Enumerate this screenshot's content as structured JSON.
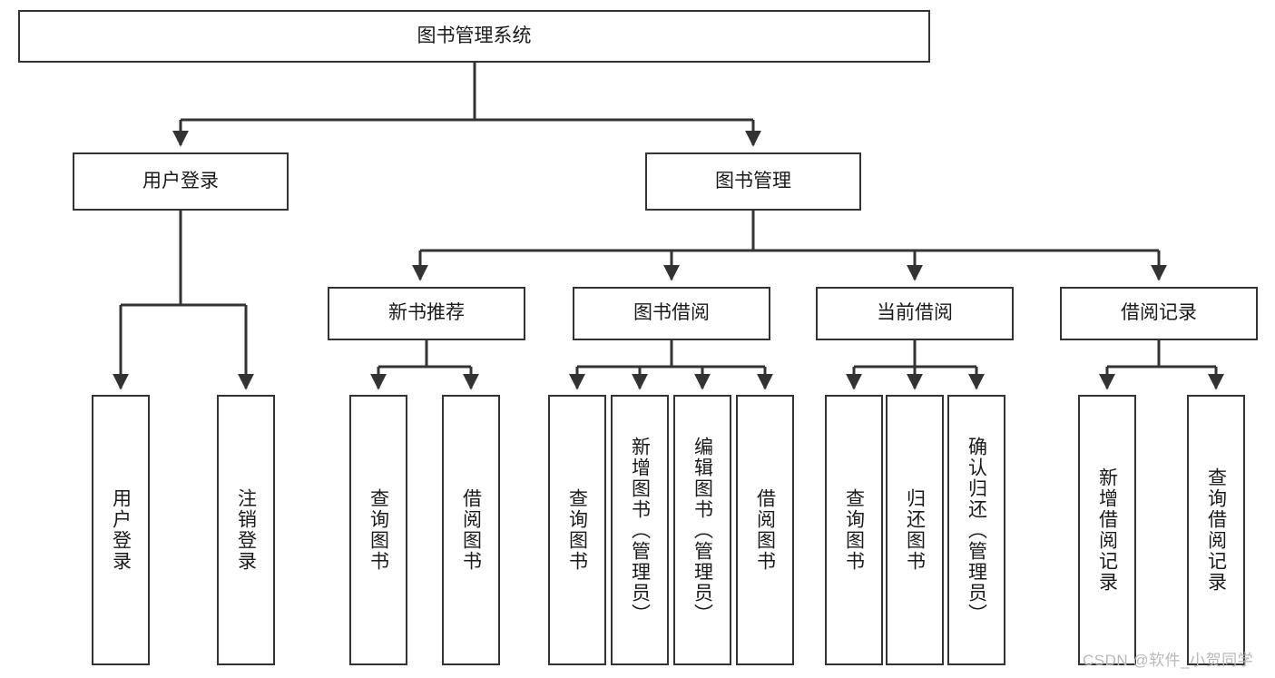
{
  "diagram": {
    "title": "图书管理系统",
    "type": "tree-hierarchy",
    "root": {
      "label": "图书管理系统"
    },
    "level2": [
      {
        "label": "用户登录"
      },
      {
        "label": "图书管理"
      }
    ],
    "level3": [
      {
        "label": "新书推荐"
      },
      {
        "label": "图书借阅"
      },
      {
        "label": "当前借阅"
      },
      {
        "label": "借阅记录"
      }
    ],
    "leaves": {
      "user_login": [
        {
          "label": "用户登录"
        },
        {
          "label": "注销登录"
        }
      ],
      "new_book_recommend": [
        {
          "label": "查询图书"
        },
        {
          "label": "借阅图书"
        }
      ],
      "book_borrow": [
        {
          "label": "查询图书"
        },
        {
          "label": "新增图书（管理员）"
        },
        {
          "label": "编辑图书（管理员）"
        },
        {
          "label": "借阅图书"
        }
      ],
      "current_borrow": [
        {
          "label": "查询图书"
        },
        {
          "label": "归还图书"
        },
        {
          "label": "确认归还（管理员）"
        }
      ],
      "borrow_record": [
        {
          "label": "新增借阅记录"
        },
        {
          "label": "查询借阅记录"
        }
      ]
    }
  },
  "watermark": {
    "text": "CSDN @软件_小贺同学"
  },
  "colors": {
    "stroke": "#333333",
    "fill": "#ffffff",
    "text": "#1a1a1a",
    "watermark": "#b8b8b8"
  }
}
